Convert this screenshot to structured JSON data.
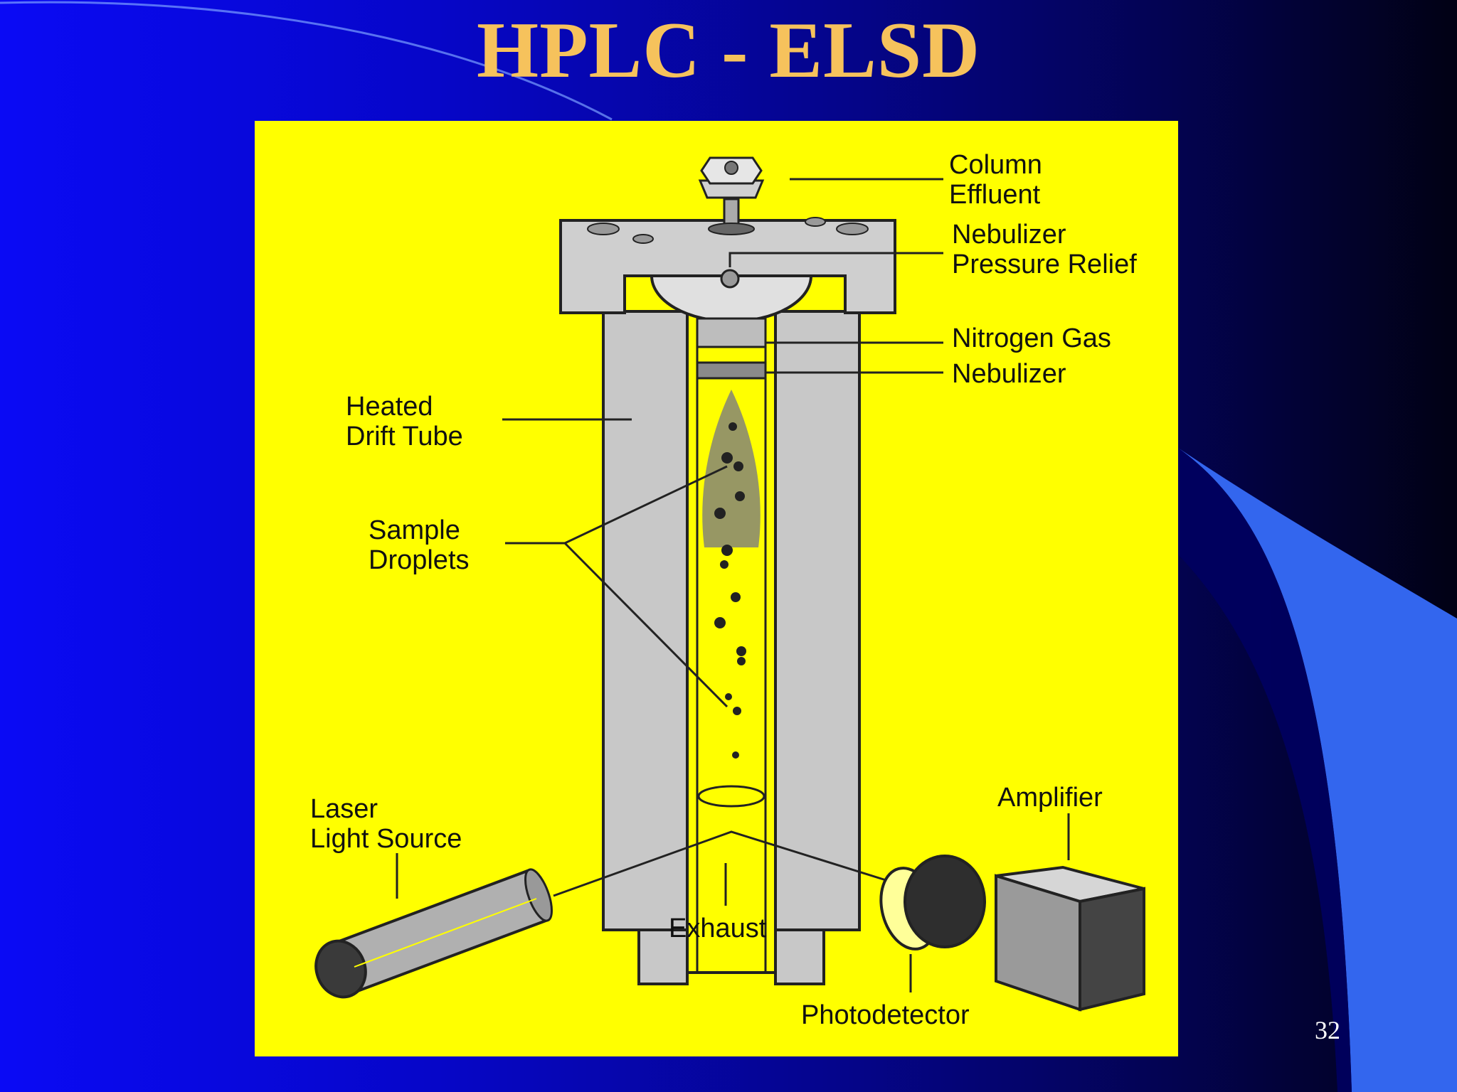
{
  "slide": {
    "title": "HPLC - ELSD",
    "page_number": "32",
    "colors": {
      "title": "#f6c25c",
      "panel": "#ffff00",
      "accent": "#3366ee",
      "background": "#0606c8"
    }
  },
  "diagram": {
    "labels": {
      "column_effluent": [
        "Column",
        "Effluent"
      ],
      "nebulizer_pressure_relief": [
        "Nebulizer",
        "Pressure Relief"
      ],
      "nitrogen_gas": "Nitrogen Gas",
      "nebulizer": "Nebulizer",
      "heated_drift_tube": [
        "Heated",
        "Drift Tube"
      ],
      "sample_droplets": [
        "Sample",
        "Droplets"
      ],
      "laser_light_source": [
        "Laser",
        "Light Source"
      ],
      "amplifier": "Amplifier",
      "exhaust": "Exhaust",
      "photodetector": "Photodetector"
    }
  }
}
